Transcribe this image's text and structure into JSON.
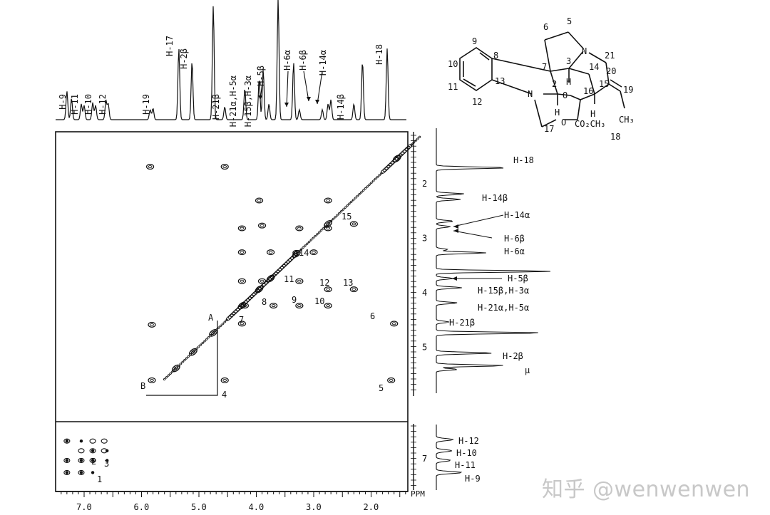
{
  "top_axis": {
    "ticks": [
      {
        "label": "7.0",
        "ppm": 7.0
      },
      {
        "label": "6.0",
        "ppm": 6.0
      },
      {
        "label": "5.0",
        "ppm": 5.0
      },
      {
        "label": "4.0",
        "ppm": 4.0
      },
      {
        "label": "3.0",
        "ppm": 3.0
      },
      {
        "label": "2.0",
        "ppm": 2.0
      }
    ],
    "unit": "PPM"
  },
  "right_axis": {
    "upper_ticks": [
      {
        "label": "2",
        "ppm": 2
      },
      {
        "label": "3",
        "ppm": 3
      },
      {
        "label": "4",
        "ppm": 4
      },
      {
        "label": "5",
        "ppm": 5
      }
    ],
    "lower_ticks": [
      {
        "label": "7",
        "ppm": 7
      }
    ]
  },
  "top_spectrum_labels": [
    "H-9",
    "H-11",
    "H-10",
    "H-12",
    "H-19",
    "H-17",
    "H-2β",
    "H-21β",
    "H-21α,H-5α",
    "H-15β,H-3α",
    "H-5β",
    "H-6α",
    "H-6β",
    "H-14α",
    "H-14β",
    "H-18"
  ],
  "side_labels_upper": [
    "H-18",
    "H-14β",
    "H-14α",
    "H-6β",
    "H-6α",
    "H-5β",
    "H-15β,H-3α",
    "H-21α,H-5α",
    "H-21β",
    "H-2β",
    "μ"
  ],
  "side_labels_lower": [
    "H-12",
    "H-10",
    "H-11",
    "H-9"
  ],
  "crosspeak_numbers": [
    "1",
    "2",
    "3",
    "4",
    "5",
    "6",
    "7",
    "8",
    "9",
    "10",
    "11",
    "12",
    "13",
    "14",
    "15"
  ],
  "corner_letters": [
    "A",
    "B"
  ],
  "molecule": {
    "atom_labels": [
      "9",
      "10",
      "11",
      "12",
      "8",
      "13",
      "N",
      "7",
      "3",
      "6",
      "5",
      "N",
      "21",
      "14",
      "20",
      "19",
      "2",
      "O",
      "16",
      "15",
      "H",
      "H",
      "H",
      "17",
      "O",
      "CO₂CH₃",
      "CH₃",
      "18"
    ]
  },
  "watermark": "知乎 @wenwenwen"
}
